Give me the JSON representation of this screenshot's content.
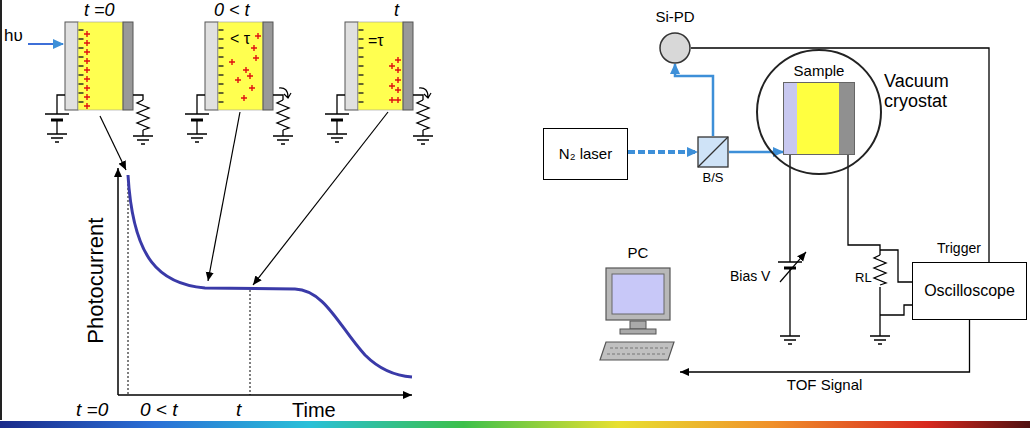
{
  "diagram": {
    "nodes": [
      {
        "text": [
          "Si-PD"
        ]
      },
      {
        "text": [
          "N₂ laser"
        ]
      },
      {
        "text": [
          "B/S"
        ]
      },
      {
        "text": [
          "Vacuum cryostat"
        ]
      },
      {
        "text": [
          "Sample"
        ],
        "in": 3
      },
      {
        "text": [
          "Oscilloscope"
        ]
      },
      {
        "text": [
          "PC"
        ]
      }
    ],
    "edges": [
      {
        "from": 1,
        "to": 2,
        "arrow": "to"
      },
      {
        "from": 2,
        "to": 0,
        "arrow": "to"
      },
      {
        "from": 2,
        "to": 4,
        "arrow": "to"
      },
      {
        "from": 0,
        "to": 5,
        "label": "Trigger",
        "arrow": "none"
      },
      {
        "from": 5,
        "to": 6,
        "label": "TOF Signal",
        "arrow": "to"
      }
    ],
    "labels": [
      "hυ",
      "t =0",
      "0 < t",
      "t",
      "< τ",
      "=τ",
      "Photocurrent",
      "t =0",
      "0 < t",
      "t",
      "Time",
      "Bias V",
      "RL"
    ]
  }
}
